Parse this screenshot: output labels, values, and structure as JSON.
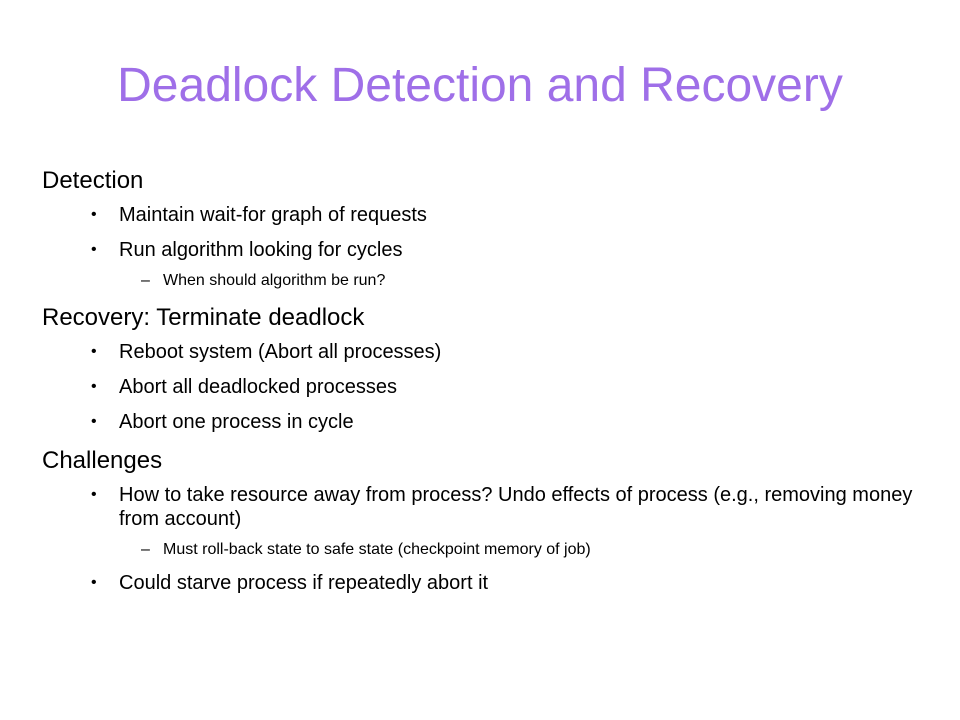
{
  "slide": {
    "title": "Deadlock Detection and Recovery",
    "title_color": "#9f6fe8",
    "sections": [
      {
        "heading": "Detection",
        "items": [
          {
            "text": "Maintain wait-for graph of requests",
            "subitems": []
          },
          {
            "text": "Run algorithm looking for cycles",
            "subitems": [
              "When should algorithm be run?"
            ]
          }
        ]
      },
      {
        "heading": "Recovery: Terminate deadlock",
        "items": [
          {
            "text": "Reboot system (Abort all processes)",
            "subitems": []
          },
          {
            "text": "Abort all deadlocked processes",
            "subitems": []
          },
          {
            "text": "Abort one process in cycle",
            "subitems": []
          }
        ]
      },
      {
        "heading": "Challenges",
        "items": [
          {
            "text": "How to take resource away from process? Undo effects of process (e.g., removing money from account)",
            "subitems": [
              "Must roll-back state to safe state (checkpoint memory of job)"
            ]
          },
          {
            "text": "Could starve process if repeatedly abort it",
            "subitems": []
          }
        ]
      }
    ],
    "bullet_glyph": "•",
    "dash_glyph": "–"
  }
}
